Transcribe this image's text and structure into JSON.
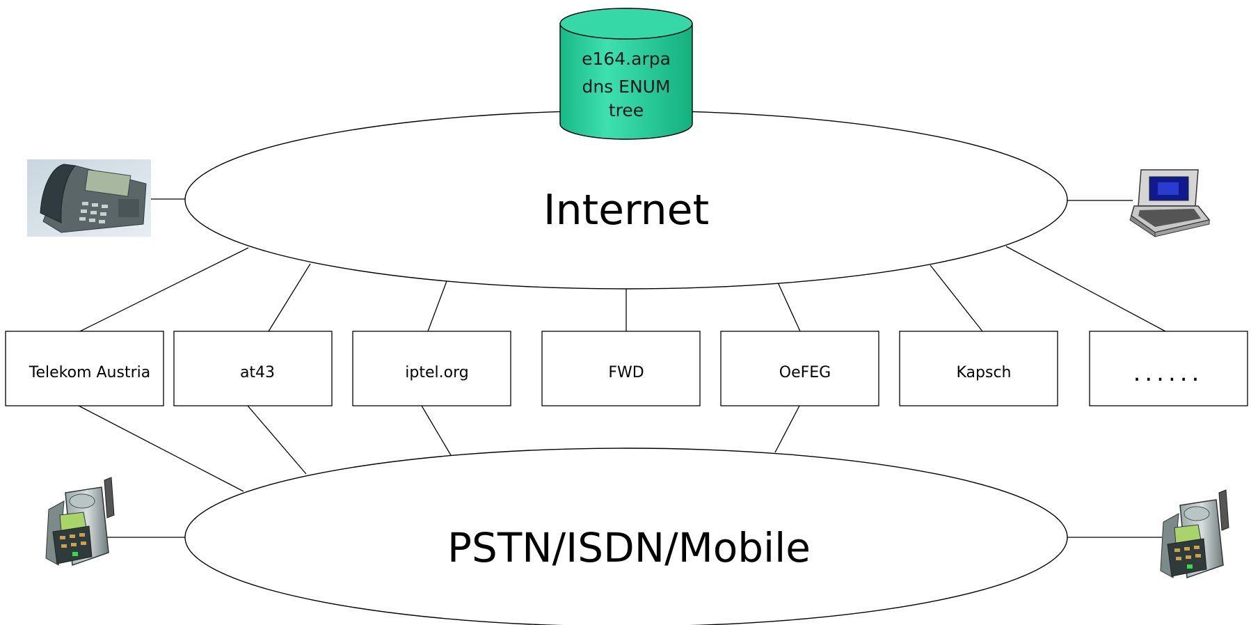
{
  "database": {
    "lines": [
      "e164.arpa",
      "dns ENUM",
      "tree"
    ],
    "color": "#22cc99"
  },
  "clouds": {
    "internet": "Internet",
    "pstn": "PSTN/ISDN/Mobile"
  },
  "providers": [
    "Telekom Austria",
    "at43",
    "iptel.org",
    "FWD",
    "OeFEG",
    "Kapsch",
    "......"
  ],
  "devices": {
    "top_left": "ip-desk-phone-icon",
    "top_right": "laptop-icon",
    "bottom_left": "mobile-phone-icon",
    "bottom_right": "mobile-phone-icon"
  }
}
